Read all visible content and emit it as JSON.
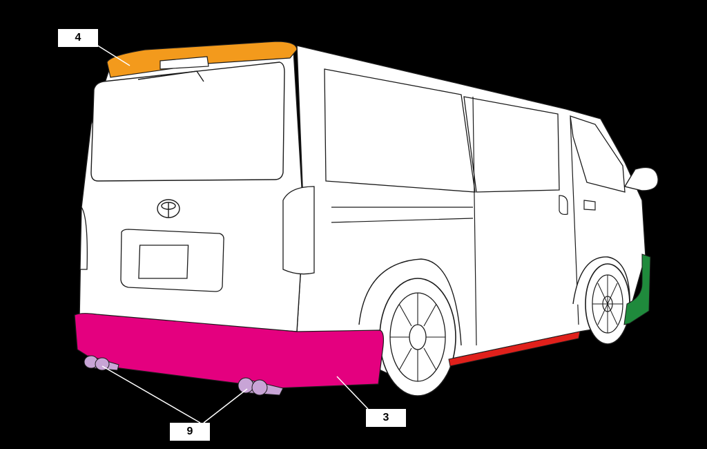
{
  "labels": {
    "spoiler": "4",
    "rear_bumper": "3",
    "muffler": "9"
  },
  "colors": {
    "background": "#000000",
    "body": "#ffffff",
    "outline": "#1a1a1a",
    "spoiler": "#f39a1c",
    "rear_bumper": "#e4007f",
    "side_step": "#e0201b",
    "front_spoiler": "#1f8a3c",
    "muffler": "#c8a4d6"
  }
}
